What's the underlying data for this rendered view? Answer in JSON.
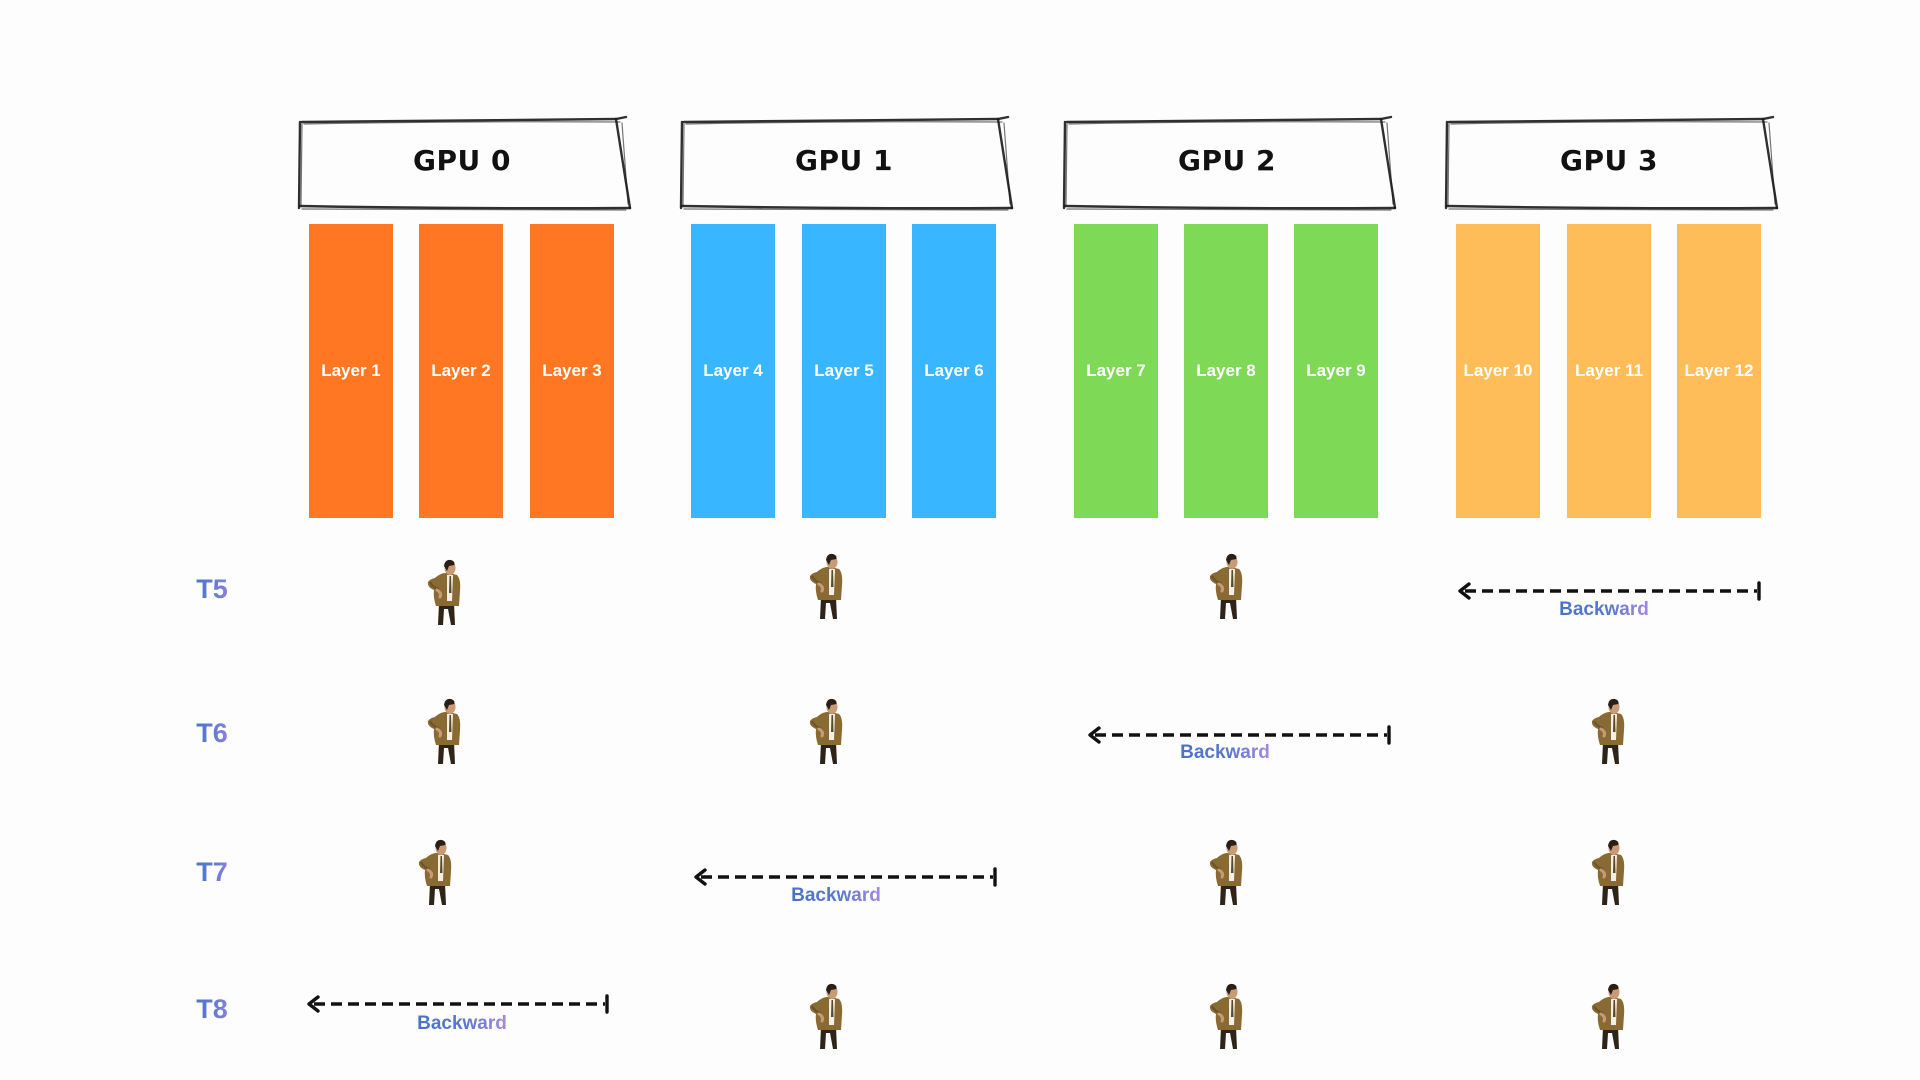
{
  "diagram": {
    "title": "Pipeline parallel backward pass across GPUs",
    "gpus": [
      {
        "name": "GPU 0",
        "color": "#ff7722",
        "layers": [
          "Layer 1",
          "Layer 2",
          "Layer 3"
        ]
      },
      {
        "name": "GPU 1",
        "color": "#38b6ff",
        "layers": [
          "Layer 4",
          "Layer 5",
          "Layer 6"
        ]
      },
      {
        "name": "GPU 2",
        "color": "#7ed957",
        "layers": [
          "Layer 7",
          "Layer 8",
          "Layer 9"
        ]
      },
      {
        "name": "GPU 3",
        "color": "#ffbd59",
        "layers": [
          "Layer 10",
          "Layer 11",
          "Layer 12"
        ]
      }
    ],
    "timesteps": [
      {
        "label": "T5",
        "active_gpu": 3,
        "action": "Backward",
        "idle_icon": "waiting-person-icon"
      },
      {
        "label": "T6",
        "active_gpu": 2,
        "action": "Backward",
        "idle_icon": "waiting-person-icon"
      },
      {
        "label": "T7",
        "active_gpu": 1,
        "action": "Backward",
        "idle_icon": "waiting-person-icon"
      },
      {
        "label": "T8",
        "active_gpu": 0,
        "action": "Backward",
        "idle_icon": "waiting-person-icon"
      }
    ],
    "label_gradient": [
      "#4a72c8",
      "#a588e4"
    ]
  }
}
